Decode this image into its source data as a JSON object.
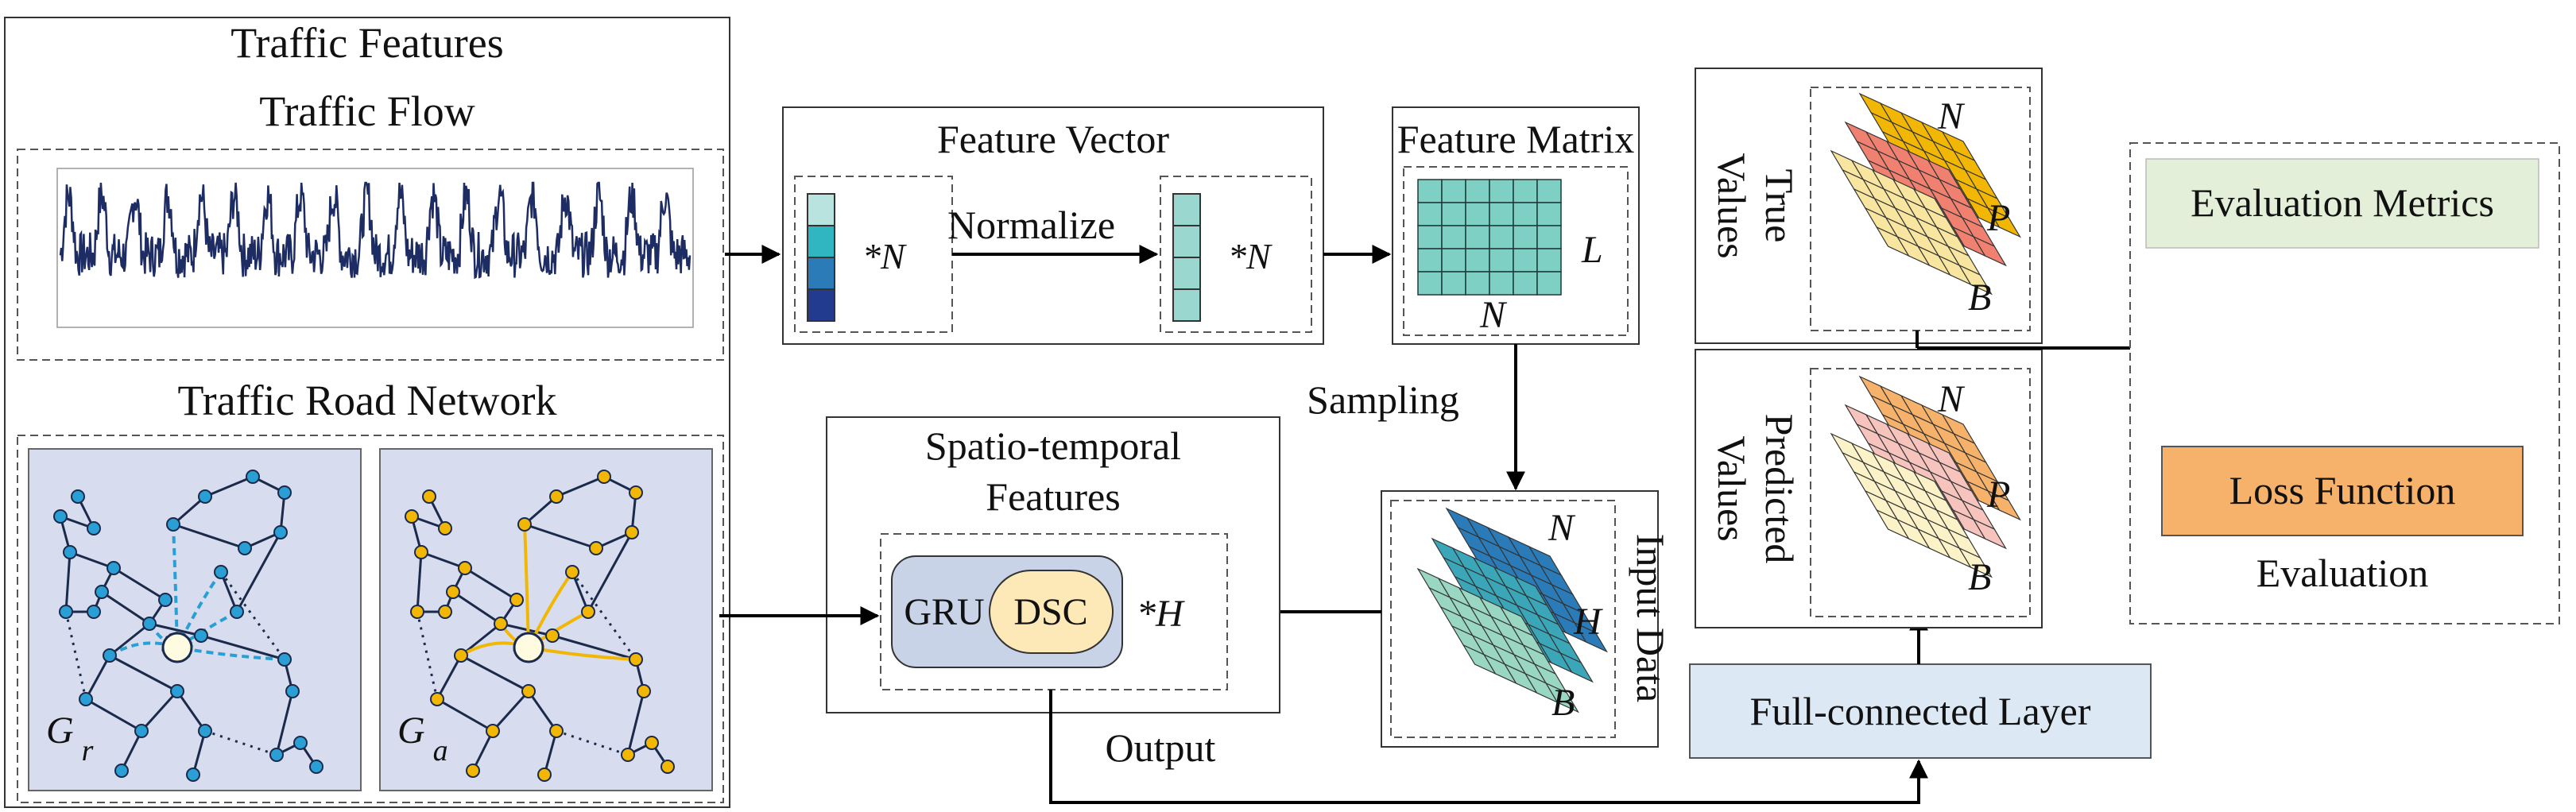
{
  "traffic_features": {
    "title": "Traffic Features",
    "flow_label": "Traffic Flow",
    "road_network_label": "Traffic Road Network",
    "graph_r": {
      "symbol": "G",
      "subscript": "r"
    },
    "graph_a": {
      "symbol": "G",
      "subscript": "a"
    }
  },
  "feature_vector": {
    "title": "Feature Vector",
    "normalize_label": "Normalize",
    "times_n": "*N"
  },
  "feature_matrix": {
    "title": "Feature Matrix",
    "l_label": "L",
    "n_label": "N"
  },
  "sampling_label": "Sampling",
  "input_data": {
    "title": "Input Data",
    "n_label": "N",
    "h_label": "H",
    "b_label": "B"
  },
  "spatio_temporal": {
    "title_line1": "Spatio-temporal",
    "title_line2": "Features",
    "gru_label": "GRU",
    "dsc_label": "DSC",
    "times_h": "*H",
    "output_label": "Output"
  },
  "true_values": {
    "title_line1": "True",
    "title_line2": "Values",
    "n_label": "N",
    "p_label": "P",
    "b_label": "B"
  },
  "predicted_values": {
    "title_line1": "Predicted",
    "title_line2": "Values",
    "n_label": "N",
    "p_label": "P",
    "b_label": "B"
  },
  "fc_layer_label": "Full-connected Layer",
  "evaluation": {
    "metrics_label": "Evaluation Metrics",
    "loss_label": "Loss Function",
    "title": "Evaluation"
  },
  "colors": {
    "graph_panel": "#d7ddef",
    "node_blue": "#2a9fd6",
    "node_orange": "#f2b705",
    "teal": "#7fd0c4",
    "navy_line": "#1d2c63",
    "metrics_fill": "#e3efd9",
    "loss_fill": "#f6b26b",
    "fc_fill": "#dce8f4",
    "gru_fill": "#c8d3e8",
    "dsc_fill": "#fde9b8"
  }
}
